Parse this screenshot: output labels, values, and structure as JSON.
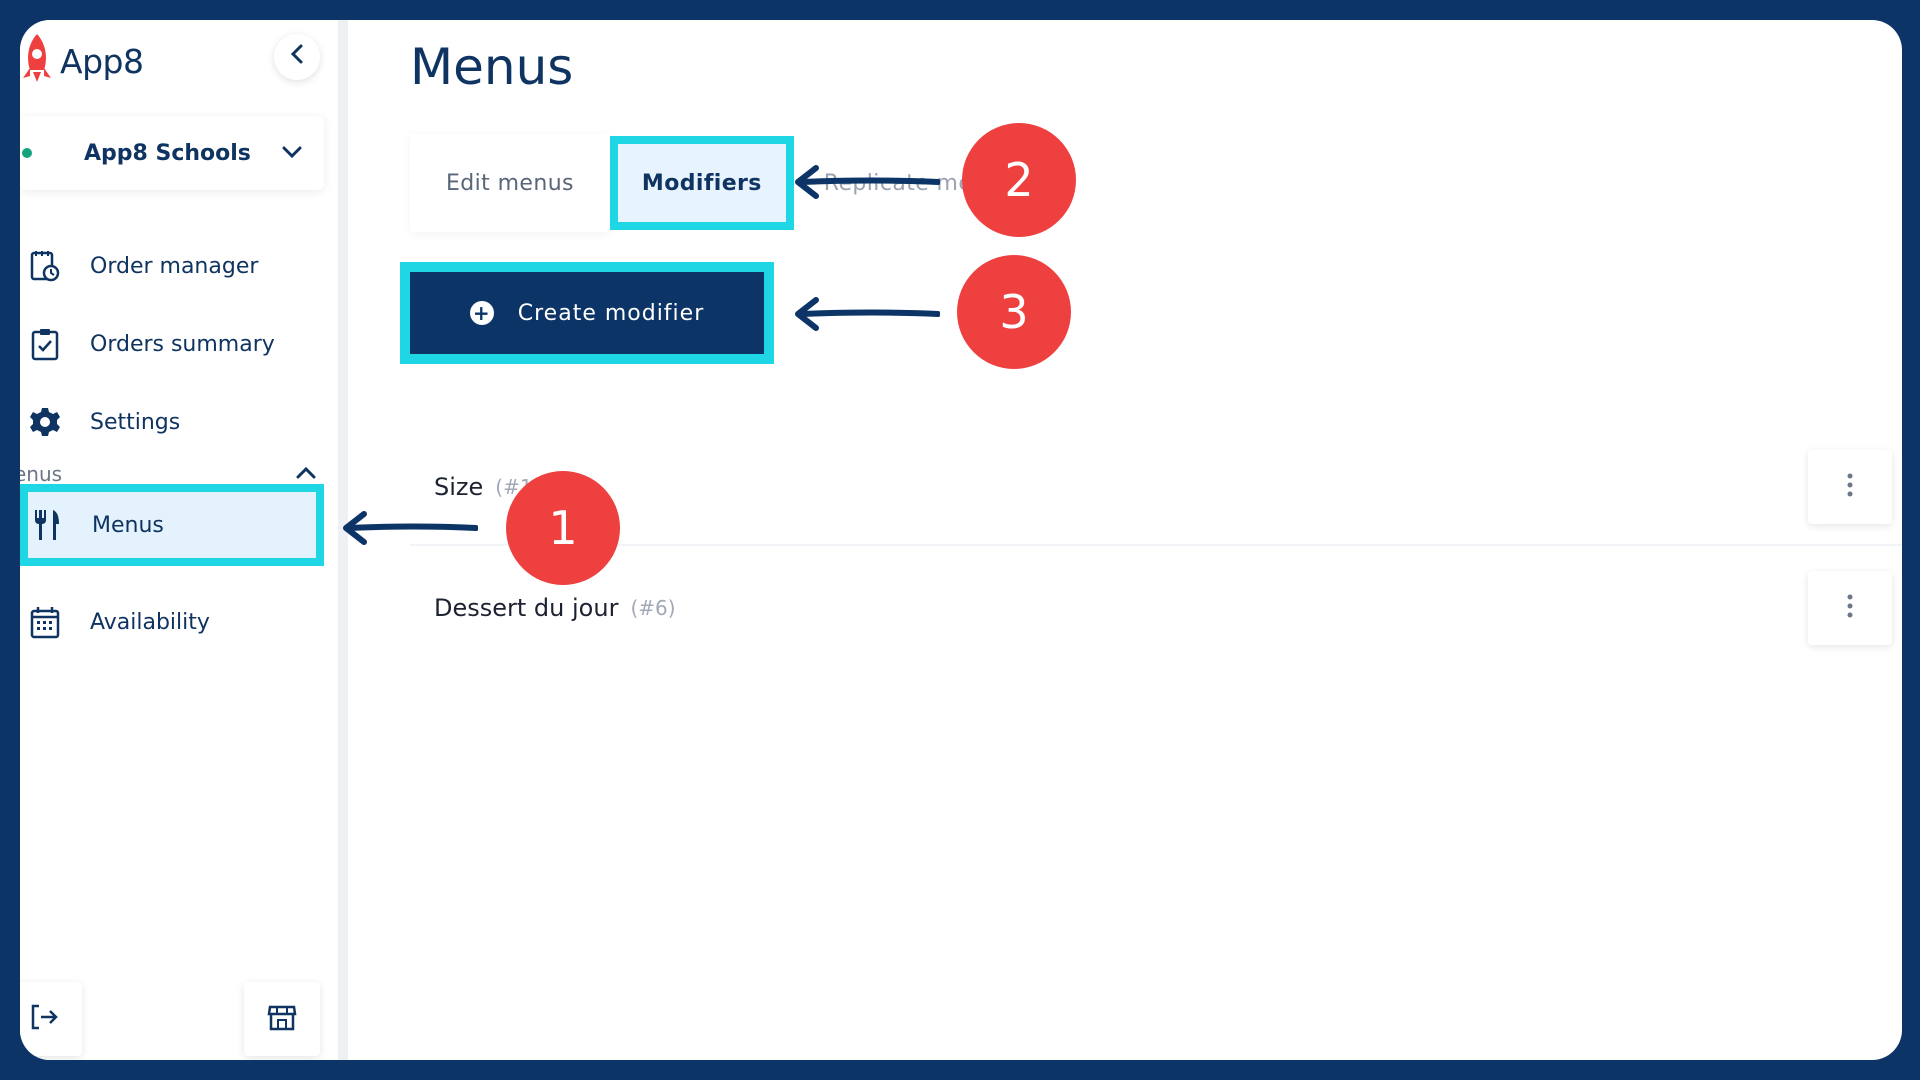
{
  "app": {
    "name": "App8"
  },
  "org": {
    "name": "App8 Schools"
  },
  "sidebar": {
    "items": [
      {
        "label": "Order manager",
        "icon": "order-manager-icon"
      },
      {
        "label": "Orders summary",
        "icon": "clipboard-check-icon"
      },
      {
        "label": "Settings",
        "icon": "gear-icon"
      }
    ],
    "section": "enus",
    "section_items": [
      {
        "label": "Menus",
        "icon": "fork-knife-icon"
      },
      {
        "label": "Availability",
        "icon": "calendar-icon"
      }
    ]
  },
  "main": {
    "title": "Menus",
    "tabs": [
      {
        "label": "Edit menus"
      },
      {
        "label": "Modifiers"
      },
      {
        "label": "Replicate me"
      }
    ],
    "create_button": "Create modifier",
    "modifiers": [
      {
        "name": "Size",
        "id": "(#11)"
      },
      {
        "name": "Dessert du jour",
        "id": "(#6)"
      }
    ]
  },
  "annotations": {
    "step1": "1",
    "step2": "2",
    "step3": "3"
  },
  "colors": {
    "frame": "#0c3466",
    "highlight": "#1fd6e4",
    "callout": "#ef4040",
    "primary": "#0c3466",
    "active_bg": "#e4f2fd"
  }
}
